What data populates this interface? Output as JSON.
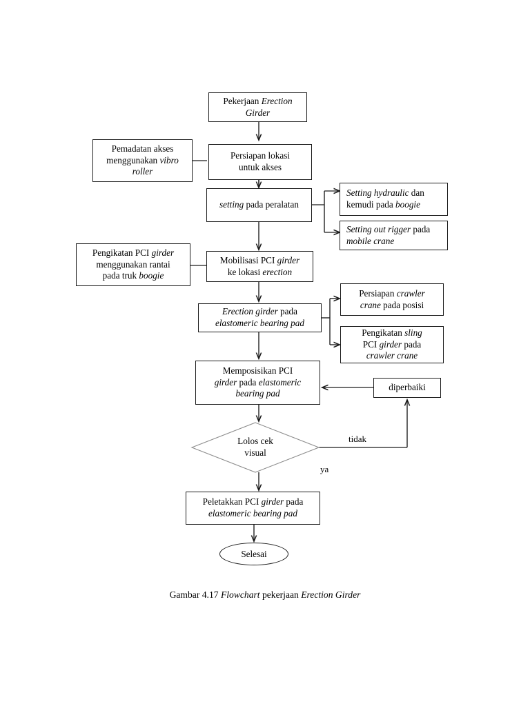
{
  "figure": {
    "caption_prefix": "Gambar 4.17 ",
    "caption_em1": "Flowchart",
    "caption_mid": " pekerjaan ",
    "caption_em2": "Erection Girder",
    "caption_full": "Gambar 4.17 Flowchart pekerjaan Erection Girder",
    "colors": {
      "stroke": "#1a1a1a",
      "decision_stroke": "#8c8c8c",
      "background": "#ffffff",
      "text": "#000000"
    }
  },
  "nodes": {
    "start": {
      "type": "process",
      "line1_a": "Pekerjaan ",
      "line1_em": "Erection",
      "line2_em": "Girder",
      "text": "Pekerjaan Erection Girder"
    },
    "persiapan_lokasi": {
      "type": "process",
      "line1": "Persiapan lokasi",
      "line2": "untuk akses",
      "text": "Persiapan lokasi untuk akses"
    },
    "pemadatan_akses": {
      "type": "process",
      "line1": "Pemadatan akses",
      "line2_a": "menggunakan ",
      "line2_em": "vibro",
      "line3_em": "roller",
      "text": "Pemadatan akses menggunakan vibro roller"
    },
    "setting_peralatan": {
      "type": "process",
      "em": "setting",
      "rest": " pada peralatan",
      "text": "setting pada peralatan"
    },
    "setting_hydraulic": {
      "type": "process",
      "line1_em": "Setting hydraulic",
      "line1_b": "  dan",
      "line2_a": "kemudi pada ",
      "line2_em": "boogie",
      "text": "Setting hydraulic dan kemudi pada boogie"
    },
    "setting_outrigger": {
      "type": "process",
      "line1_em": "Setting out rigger",
      "line1_b": " pada",
      "line2_em": "mobile crane",
      "text": "Setting out rigger pada mobile crane"
    },
    "mobilisasi": {
      "type": "process",
      "line1_a": "Mobilisasi PCI ",
      "line1_em": "girder",
      "line2_a": "ke lokasi ",
      "line2_em": "erection",
      "text": "Mobilisasi PCI girder ke lokasi erection"
    },
    "pengikatan_rantai": {
      "type": "process",
      "line1_a": "Pengikatan PCI ",
      "line1_em": "girder",
      "line2": "menggunakan rantai",
      "line3_a": "pada truk ",
      "line3_em": "boogie",
      "text": "Pengikatan PCI girder menggunakan rantai pada truk boogie"
    },
    "erection_girder": {
      "type": "process",
      "line1_em": "Erection girder",
      "line1_b": " pada",
      "line2_em": "elastomeric bearing pad",
      "text": "Erection girder pada elastomeric bearing pad"
    },
    "persiapan_crawler": {
      "type": "process",
      "line1_a": "Persiapan ",
      "line1_em": "crawler",
      "line2_em": "crane",
      "line2_b": " pada posisi",
      "text": "Persiapan crawler crane pada posisi"
    },
    "pengikatan_sling": {
      "type": "process",
      "line1_a": "Pengikatan ",
      "line1_em": "sling",
      "line2_a": "PCI ",
      "line2_em": "girder",
      "line2_b": "  pada",
      "line3_em": "crawler crane",
      "text": "Pengikatan sling PCI girder pada crawler crane"
    },
    "memposisikan": {
      "type": "process",
      "line1": "Memposisikan PCI",
      "line2_em1": "girder",
      "line2_b": " pada ",
      "line2_em2": "elastomeric",
      "line3_em": "bearing pad",
      "text": "Memposisikan PCI girder pada elastomeric bearing pad"
    },
    "diperbaiki": {
      "type": "process",
      "text": "diperbaiki"
    },
    "lolos_cek": {
      "type": "decision",
      "line1": "Lolos cek",
      "line2": "visual",
      "text": "Lolos cek visual"
    },
    "peletakkan": {
      "type": "process",
      "line1_a": "Peletakkan PCI ",
      "line1_em": "girder",
      "line1_b": " pada",
      "line2_em": "elastomeric bearing pad",
      "text": "Peletakkan PCI girder pada elastomeric bearing pad"
    },
    "selesai": {
      "type": "terminator",
      "text": "Selesai"
    }
  },
  "edge_labels": {
    "tidak": "tidak",
    "ya": "ya"
  }
}
